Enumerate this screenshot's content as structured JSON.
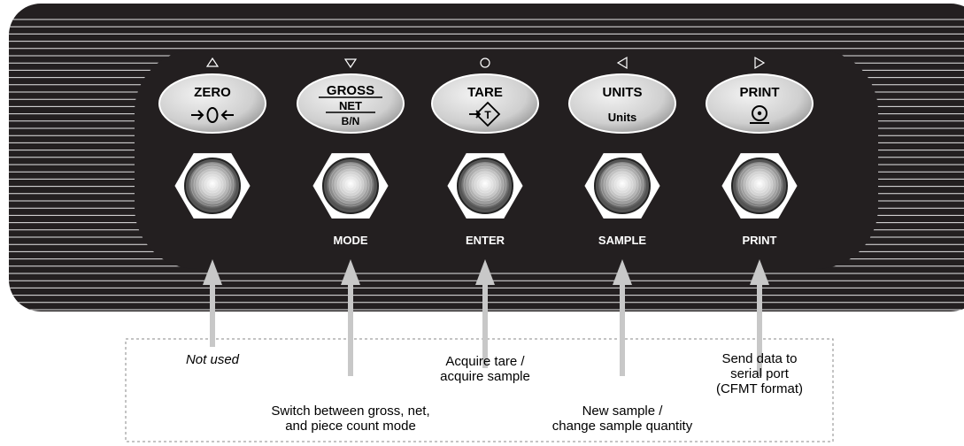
{
  "panel": {
    "keys": [
      {
        "id": "zero",
        "indicator": "triangle-up-icon",
        "label_top": "ZERO",
        "label_mid": "",
        "label_bottom": "",
        "symbol": "zero-center-icon",
        "function": ""
      },
      {
        "id": "gross-net",
        "indicator": "triangle-down-icon",
        "label_top": "GROSS",
        "label_mid": "NET",
        "label_bottom": "B/N",
        "symbol": "",
        "function": "MODE"
      },
      {
        "id": "tare",
        "indicator": "circle-icon",
        "label_top": "TARE",
        "label_mid": "",
        "label_bottom": "",
        "symbol": "tare-diamond-icon",
        "symbol_text": "T",
        "function": "ENTER"
      },
      {
        "id": "units",
        "indicator": "triangle-left-icon",
        "label_top": "UNITS",
        "label_mid": "",
        "label_bottom": "Units",
        "symbol": "",
        "function": "SAMPLE"
      },
      {
        "id": "print",
        "indicator": "triangle-right-icon",
        "label_top": "PRINT",
        "label_mid": "",
        "label_bottom": "",
        "symbol": "print-target-icon",
        "function": "PRINT"
      }
    ]
  },
  "annotations": [
    {
      "id": "zero",
      "lines": [
        "Not used"
      ],
      "italic": true
    },
    {
      "id": "mode",
      "lines": [
        "Switch between gross, net,",
        "and piece count mode"
      ],
      "italic": false
    },
    {
      "id": "enter",
      "lines": [
        "Acquire tare /",
        "acquire sample"
      ],
      "italic": false
    },
    {
      "id": "sample",
      "lines": [
        "New sample /",
        "change sample quantity"
      ],
      "italic": false
    },
    {
      "id": "print",
      "lines": [
        "Send data to",
        "serial port",
        "(CFMT format)"
      ],
      "italic": false
    }
  ],
  "colors": {
    "panel": "#231f20",
    "stripe": "#e6e6e6",
    "key_face": "#cfcfcf",
    "arrow": "#c8c8c8"
  }
}
